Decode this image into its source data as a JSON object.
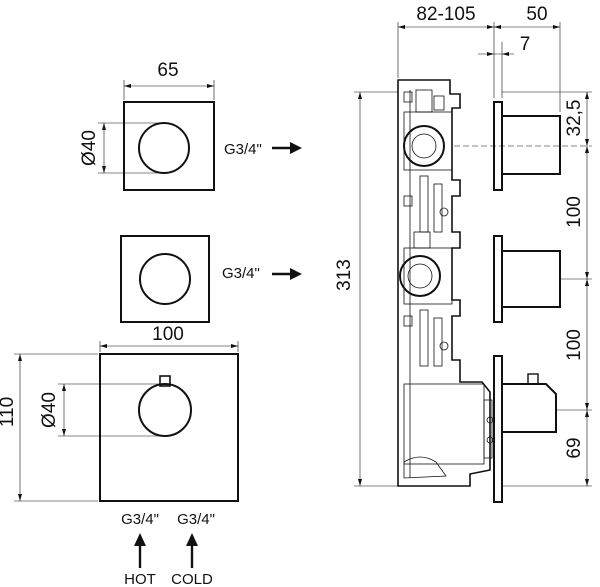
{
  "dimensions": {
    "width_65": "65",
    "dia_40_top": "Ø40",
    "dia_40_bottom": "Ø40",
    "width_100": "100",
    "height_110": "110",
    "depth_82_105": "82-105",
    "depth_50": "50",
    "depth_7": "7",
    "offset_32_5": "32,5",
    "spacing_100_a": "100",
    "spacing_100_b": "100",
    "offset_69": "69",
    "height_313": "313"
  },
  "connections": {
    "outlet_1": "G3/4\"",
    "outlet_2": "G3/4\"",
    "inlet_hot_thread": "G3/4\"",
    "inlet_cold_thread": "G3/4\"",
    "hot_label": "HOT",
    "cold_label": "COLD"
  }
}
